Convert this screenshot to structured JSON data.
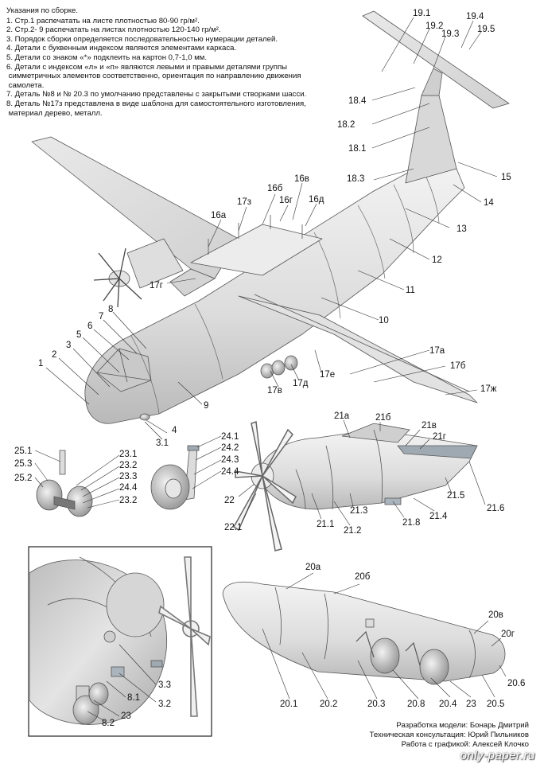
{
  "instructions": {
    "title": "Указания по сборке.",
    "lines": [
      "1. Стр.1 распечатать на листе плотностью 80-90 гр/м².",
      "2. Стр.2- 9 распечатать на листах плотностью 120-140 гр/м².",
      "3. Порядок сборки определяется последовательностью нумерации деталей.",
      "4. Детали с буквенным индексом являются элементами каркаса.",
      "5. Детали со знаком «*» подклеить на картон 0,7-1,0 мм.",
      "6. Детали с индексом «л» и «п» являются левыми и правыми деталями группы\n симметричных элементов соответственно, ориентация по направлению движения\n самолета.",
      "7. Деталь №8 и № 20.3 по умолчанию представлены с закрытыми створками шасси.",
      "8. Деталь №17з представлена в виде шаблона для самостоятельного изготовления,\n материал дерево, металл."
    ]
  },
  "labels": {
    "aircraft": [
      "19.1",
      "19.2",
      "19.4",
      "19.3",
      "19.5",
      "18.4",
      "18.2",
      "18.1",
      "18.3",
      "15",
      "14",
      "13",
      "12",
      "11",
      "10",
      "9",
      "16б",
      "16в",
      "16г",
      "16д",
      "16а",
      "17з",
      "17г",
      "1",
      "2",
      "3",
      "4",
      "5",
      "6",
      "7",
      "8",
      "3.1",
      "17а",
      "17б",
      "17ж",
      "17в",
      "17д",
      "17е"
    ],
    "nacelle": [
      "21а",
      "21б",
      "21в",
      "21г",
      "21.5",
      "21.6",
      "21.4",
      "21.8",
      "21.3",
      "21.2",
      "21.1",
      "22",
      "22.1"
    ],
    "nose_gear": [
      "25.1",
      "25.3",
      "25.2",
      "23.1",
      "23.2",
      "23.3",
      "24.4",
      "23.2"
    ],
    "main_gear": [
      "24.1",
      "24.2",
      "24.3",
      "24.4"
    ],
    "inset": [
      "3.3",
      "3.2",
      "8.1",
      "8.2",
      "23"
    ],
    "fairing": [
      "20а",
      "20б",
      "20в",
      "20г",
      "20.6",
      "20.5",
      "23",
      "20.4",
      "20.8",
      "20.3",
      "20.2",
      "20.1"
    ]
  },
  "credits": [
    "Разработка модели: Бонарь Дмитрий",
    "Техническая консультация: Юрий Пильников",
    "Работа с графикой: Алексей Клочко"
  ],
  "watermark": "only-paper.ru"
}
